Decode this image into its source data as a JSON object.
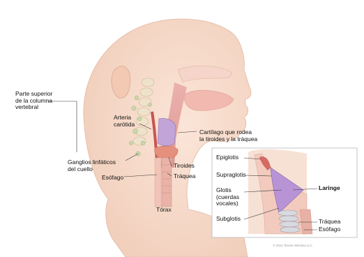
{
  "labels": {
    "spine": "Parte superior\nde la columna\nvertebral",
    "carotid": "Arteria\ncarótida",
    "cartilage": "Cartílago que rodea\nla tiroides y la tráquea",
    "nodes": "Ganglios linfáticos\ndel cuello",
    "thyroid": "Tiroides",
    "esophagus": "Esófago",
    "trachea": "Tráquea",
    "thorax": "Tórax"
  },
  "inset": {
    "epiglottis": "Epiglotis",
    "supraglottis": "Supraglotis",
    "glottis": "Glotis\n(cuerdas\nvocales)",
    "subglottis": "Subglotis",
    "larynx": "Laringe",
    "trachea": "Tráquea",
    "esophagus": "Esófago"
  },
  "credit": "© 2012 Terese Winslow LLC"
}
